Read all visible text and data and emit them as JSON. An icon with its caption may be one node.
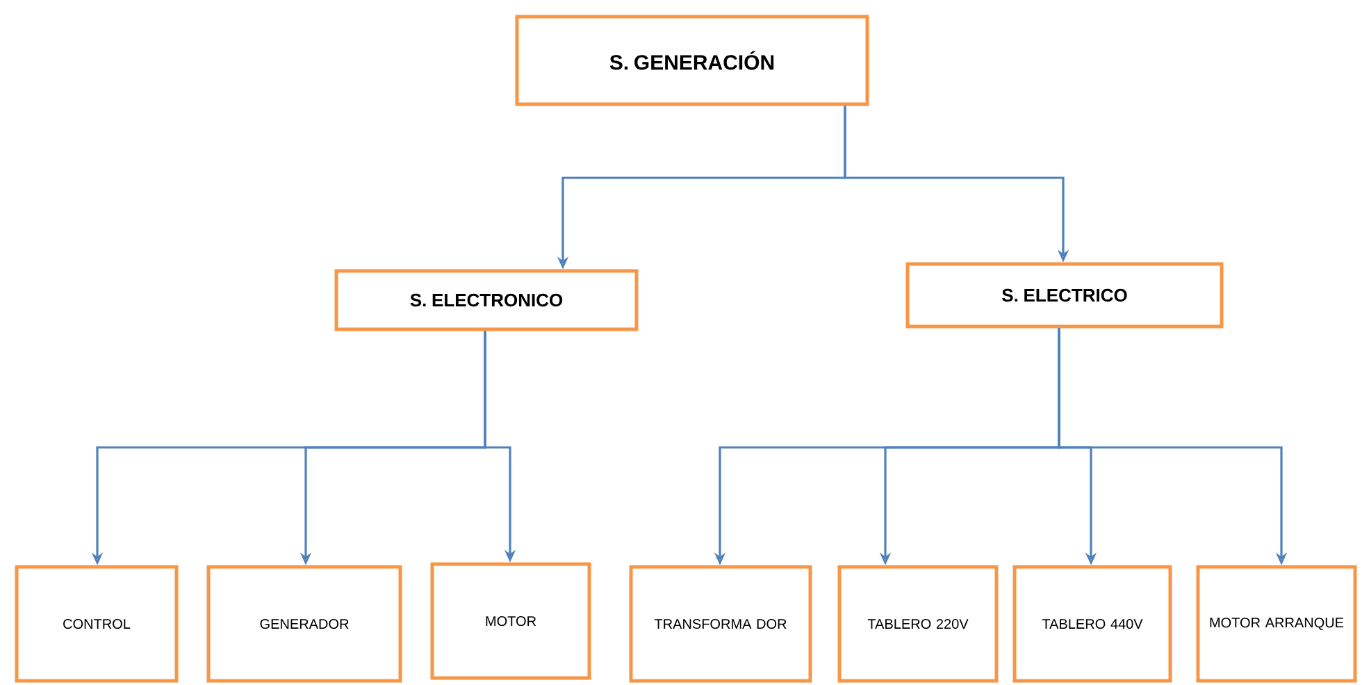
{
  "diagram": {
    "nodes": [
      {
        "text": [
          "S. GENERACIÓN"
        ]
      },
      {
        "text": [
          "S. ELECTRONICO"
        ]
      },
      {
        "text": [
          "S. ELECTRICO"
        ]
      },
      {
        "text": [
          "CONTROL"
        ]
      },
      {
        "text": [
          "GENERADOR"
        ]
      },
      {
        "text": [
          "MOTOR"
        ]
      },
      {
        "text": [
          "TRANSFORMA DOR"
        ]
      },
      {
        "text": [
          "TABLERO 220V"
        ]
      },
      {
        "text": [
          "TABLERO 440V"
        ]
      },
      {
        "text": [
          "MOTOR ARRANQUE"
        ]
      }
    ],
    "edges": [
      {
        "from": 0,
        "to": 1,
        "arrow": "to"
      },
      {
        "from": 0,
        "to": 2,
        "arrow": "to"
      },
      {
        "from": 1,
        "to": 3,
        "arrow": "to"
      },
      {
        "from": 1,
        "to": 4,
        "arrow": "to"
      },
      {
        "from": 1,
        "to": 5,
        "arrow": "to"
      },
      {
        "from": 2,
        "to": 6,
        "arrow": "to"
      },
      {
        "from": 2,
        "to": 7,
        "arrow": "to"
      },
      {
        "from": 2,
        "to": 8,
        "arrow": "to"
      },
      {
        "from": 2,
        "to": 9,
        "arrow": "to"
      }
    ]
  }
}
